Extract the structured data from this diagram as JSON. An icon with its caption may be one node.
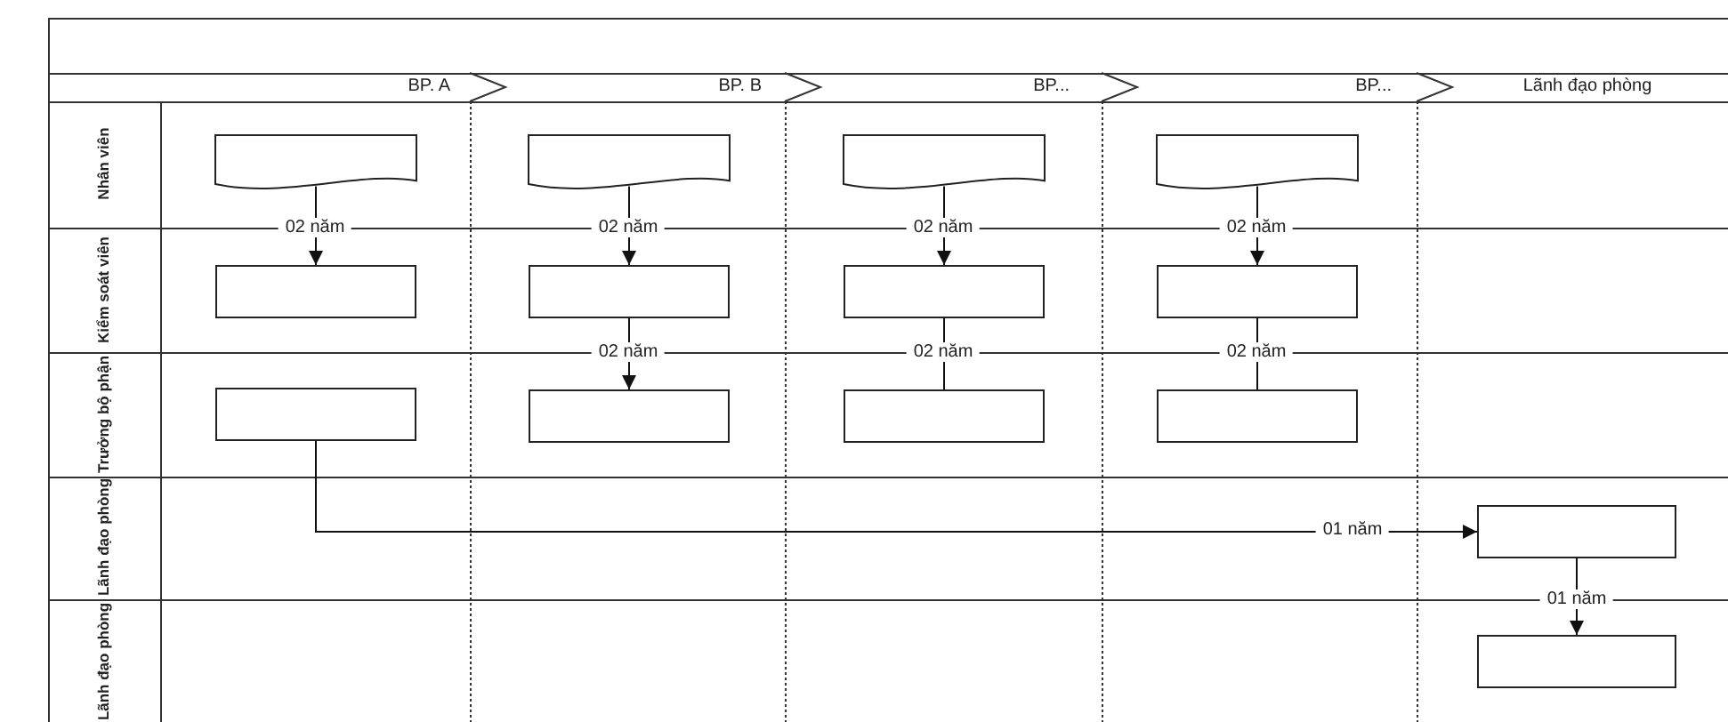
{
  "diagram": {
    "nodes": [
      {
        "text": [],
        "shape": "document"
      },
      {
        "text": [],
        "shape": "document"
      },
      {
        "text": [],
        "shape": "document"
      },
      {
        "text": [],
        "shape": "document"
      },
      {
        "text": [],
        "shape": "box"
      },
      {
        "text": [],
        "shape": "box"
      },
      {
        "text": [],
        "shape": "box"
      },
      {
        "text": [],
        "shape": "box"
      },
      {
        "text": [],
        "shape": "box"
      },
      {
        "text": [],
        "shape": "box"
      },
      {
        "text": [],
        "shape": "box"
      },
      {
        "text": [],
        "shape": "box"
      },
      {
        "text": [],
        "shape": "box"
      },
      {
        "text": [],
        "shape": "box"
      }
    ],
    "edges": [
      {
        "from": 0,
        "to": 4,
        "arrow": "to",
        "label": "02 năm"
      },
      {
        "from": 1,
        "to": 5,
        "arrow": "to",
        "label": "02 năm"
      },
      {
        "from": 2,
        "to": 6,
        "arrow": "to",
        "label": "02 năm"
      },
      {
        "from": 3,
        "to": 7,
        "arrow": "to",
        "label": "02 năm"
      },
      {
        "from": 5,
        "to": 9,
        "arrow": "to",
        "label": "02 năm"
      },
      {
        "from": 6,
        "to": 10,
        "arrow": "none",
        "label": "02 năm"
      },
      {
        "from": 7,
        "to": 11,
        "arrow": "none",
        "label": "02 năm"
      },
      {
        "from": 8,
        "to": 12,
        "arrow": "to",
        "label": "01 năm"
      },
      {
        "from": 12,
        "to": 13,
        "arrow": "to",
        "label": "01 năm"
      }
    ],
    "labels": [
      "BP. A",
      "BP. B",
      "BP...",
      "BP...",
      "Lãnh đạo phòng",
      "Nhân viên",
      "Kiểm soát viên",
      "Trưởng bộ phận",
      "Lãnh đạo phòng",
      "Lãnh đạo phòng"
    ]
  }
}
